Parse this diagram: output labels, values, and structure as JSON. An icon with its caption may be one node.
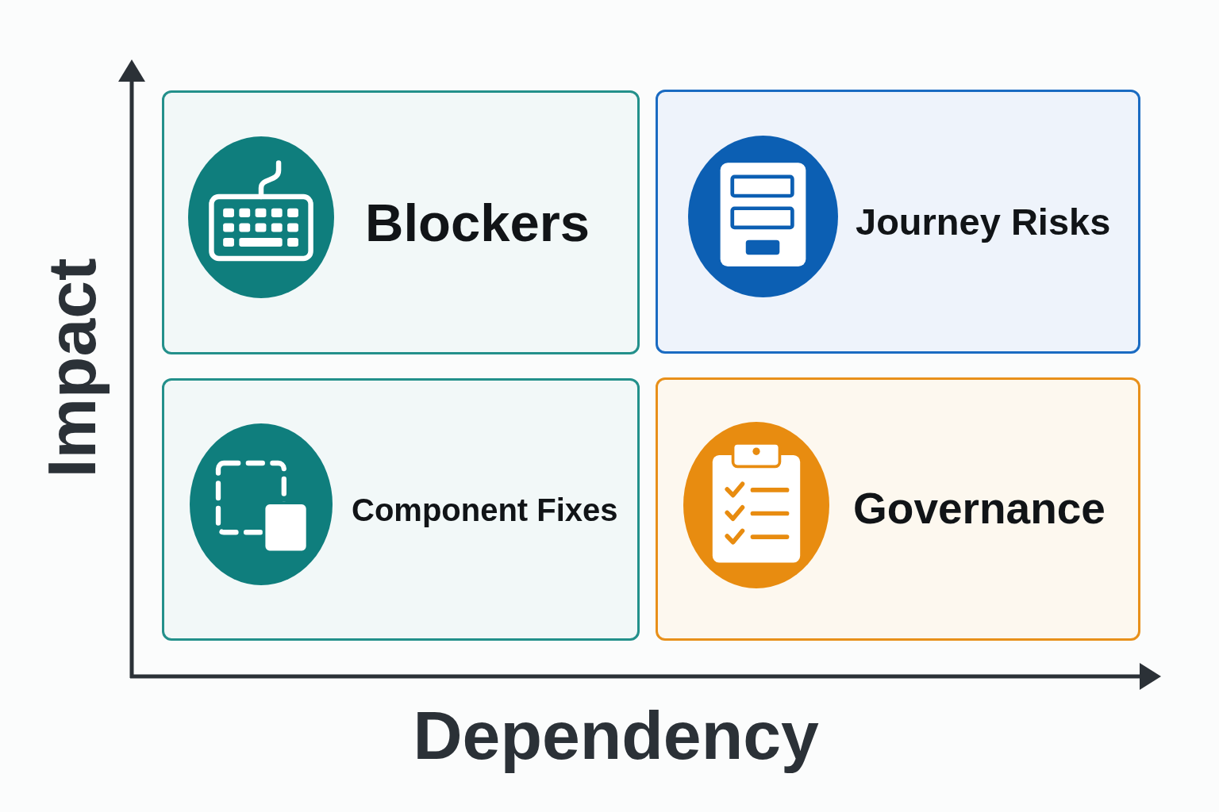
{
  "diagram": {
    "nodes": [
      {
        "text": [
          "Blockers"
        ]
      },
      {
        "text": [
          "Journey Risks"
        ]
      },
      {
        "text": [
          "Component Fixes"
        ]
      },
      {
        "text": [
          "Governance"
        ]
      }
    ],
    "labels": [
      "Impact",
      "Dependency"
    ]
  }
}
